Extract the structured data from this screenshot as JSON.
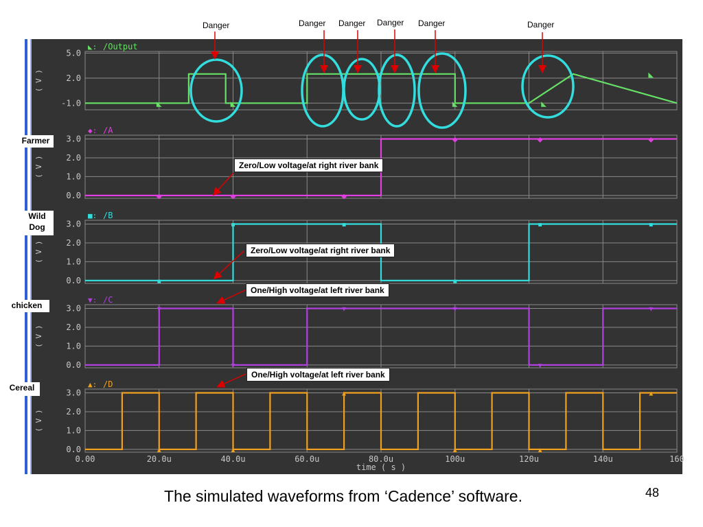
{
  "caption": "The simulated waveforms from ‘Cadence’ software.",
  "page_number": "48",
  "side_labels": [
    "Farmer",
    "Wild\nDog",
    "chicken",
    "Cereal"
  ],
  "danger_labels": [
    "Danger",
    "Danger",
    "Danger",
    "Danger",
    "Danger",
    "Danger"
  ],
  "annotations": [
    "Zero/Low voltage/at right river bank",
    "Zero/Low voltage/at right river bank",
    "One/High voltage/at left river bank",
    "One/High voltage/at left river bank"
  ],
  "colors": {
    "panel_bg": "#333333",
    "grid": "#8a8a8a",
    "text": "#c8c8c8",
    "output": "#66e066",
    "A": "#e040e0",
    "B": "#33dddd",
    "C": "#b040e0",
    "D": "#f0a020",
    "highlight": "#33dddd",
    "arrow": "#dd0000"
  },
  "chart_data": {
    "type": "line",
    "xlabel": "time ( s )",
    "x_ticks": [
      "0.00",
      "20.0u",
      "40.0u",
      "60.0u",
      "80.0u",
      "100u",
      "120u",
      "140u",
      "160"
    ],
    "xlim_us": [
      0,
      160
    ],
    "y_unit_label": "( V )",
    "series": [
      {
        "name": "/Output",
        "marker": "◣",
        "ylim": [
          -1.8,
          5.2
        ],
        "y_ticks": [
          "5.0",
          "2.0",
          "-1.0"
        ],
        "y_tick_values": [
          5,
          2,
          -1
        ],
        "x": [
          0,
          20,
          20,
          28,
          28,
          38,
          38,
          40,
          40,
          60,
          60,
          100,
          100,
          120,
          120,
          132,
          132,
          160
        ],
        "y": [
          -1,
          -1,
          -1,
          -1,
          2.5,
          2.5,
          -1,
          -1,
          -1,
          -1,
          2.5,
          2.5,
          -1,
          -1,
          -1,
          2.5,
          2.5,
          -1
        ],
        "marker_x": [
          20,
          40,
          100,
          124,
          153
        ]
      },
      {
        "name": "/A",
        "marker": "◆",
        "ylim": [
          -0.15,
          3.2
        ],
        "y_ticks": [
          "3.0",
          "2.0",
          "1.0",
          "0.0"
        ],
        "y_tick_values": [
          3,
          2,
          1,
          0
        ],
        "x": [
          0,
          80,
          80,
          160
        ],
        "y": [
          0,
          0,
          3,
          3
        ],
        "marker_x": [
          20,
          40,
          70,
          100,
          123,
          153
        ]
      },
      {
        "name": "/B",
        "marker": "■",
        "ylim": [
          -0.15,
          3.2
        ],
        "y_ticks": [
          "3.0",
          "2.0",
          "1.0",
          "0.0"
        ],
        "y_tick_values": [
          3,
          2,
          1,
          0
        ],
        "x": [
          0,
          40,
          40,
          80,
          80,
          120,
          120,
          160
        ],
        "y": [
          0,
          0,
          3,
          3,
          0,
          0,
          3,
          3
        ],
        "marker_x": [
          20,
          40,
          70,
          100,
          123,
          153
        ]
      },
      {
        "name": "/C",
        "marker": "▼",
        "ylim": [
          -0.15,
          3.2
        ],
        "y_ticks": [
          "3.0",
          "2.0",
          "1.0",
          "0.0"
        ],
        "y_tick_values": [
          3,
          2,
          1,
          0
        ],
        "x": [
          0,
          20,
          20,
          40,
          40,
          60,
          60,
          100,
          100,
          120,
          120,
          140,
          140,
          160
        ],
        "y": [
          0,
          0,
          3,
          3,
          0,
          0,
          3,
          3,
          3,
          3,
          0,
          0,
          3,
          3
        ],
        "marker_x": [
          20,
          40,
          70,
          100,
          123,
          153
        ]
      },
      {
        "name": "/D",
        "marker": "▲",
        "ylim": [
          -0.15,
          3.2
        ],
        "y_ticks": [
          "3.0",
          "2.0",
          "1.0",
          "0.0"
        ],
        "y_tick_values": [
          3,
          2,
          1,
          0
        ],
        "x": [
          0,
          10,
          10,
          20,
          20,
          30,
          30,
          40,
          40,
          50,
          50,
          60,
          60,
          70,
          70,
          80,
          80,
          90,
          90,
          100,
          100,
          110,
          110,
          120,
          120,
          130,
          130,
          140,
          140,
          150,
          150,
          160
        ],
        "y": [
          0,
          0,
          3,
          3,
          0,
          0,
          3,
          3,
          0,
          0,
          3,
          3,
          0,
          0,
          3,
          3,
          0,
          0,
          3,
          3,
          0,
          0,
          3,
          3,
          0,
          0,
          3,
          3,
          0,
          0,
          3,
          3
        ],
        "marker_x": [
          20,
          40,
          70,
          100,
          123,
          153
        ]
      }
    ]
  }
}
